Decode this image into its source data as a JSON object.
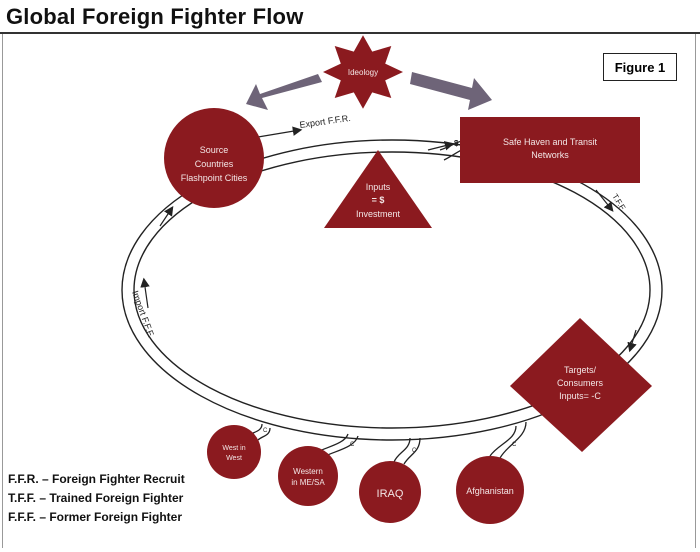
{
  "title": "Global Foreign Fighter Flow",
  "figure_label": "Figure 1",
  "colors": {
    "node_fill": "#8b1a1f",
    "node_text": "#f3e6e6",
    "arrow_gray": "#6e6478",
    "track": "#ffffff",
    "track_stroke": "#222222"
  },
  "nodes": {
    "ideology": "Ideology",
    "source": [
      "Source",
      "Countries",
      "Flashpoint Cities"
    ],
    "safe_haven": [
      "Safe Haven and Transit",
      "Networks"
    ],
    "inputs": [
      "Inputs",
      "= $",
      "Investment"
    ],
    "targets": [
      "Targets/",
      "Consumers",
      "Inputs= -C"
    ],
    "west": [
      "West in",
      "West"
    ],
    "western": [
      "Western",
      "in ME/SA"
    ],
    "iraq": "IRAQ",
    "afghanistan": "Afghanistan"
  },
  "flow_labels": {
    "export": "Export F.F.R.",
    "tff": "T.F.F.",
    "import": "Import F.F.F.",
    "dollar": "$",
    "c": "C"
  },
  "legend": [
    "F.F.R. – Foreign Fighter Recruit",
    "T.F.F. – Trained Foreign Fighter",
    "F.F.F. – Former Foreign Fighter"
  ]
}
